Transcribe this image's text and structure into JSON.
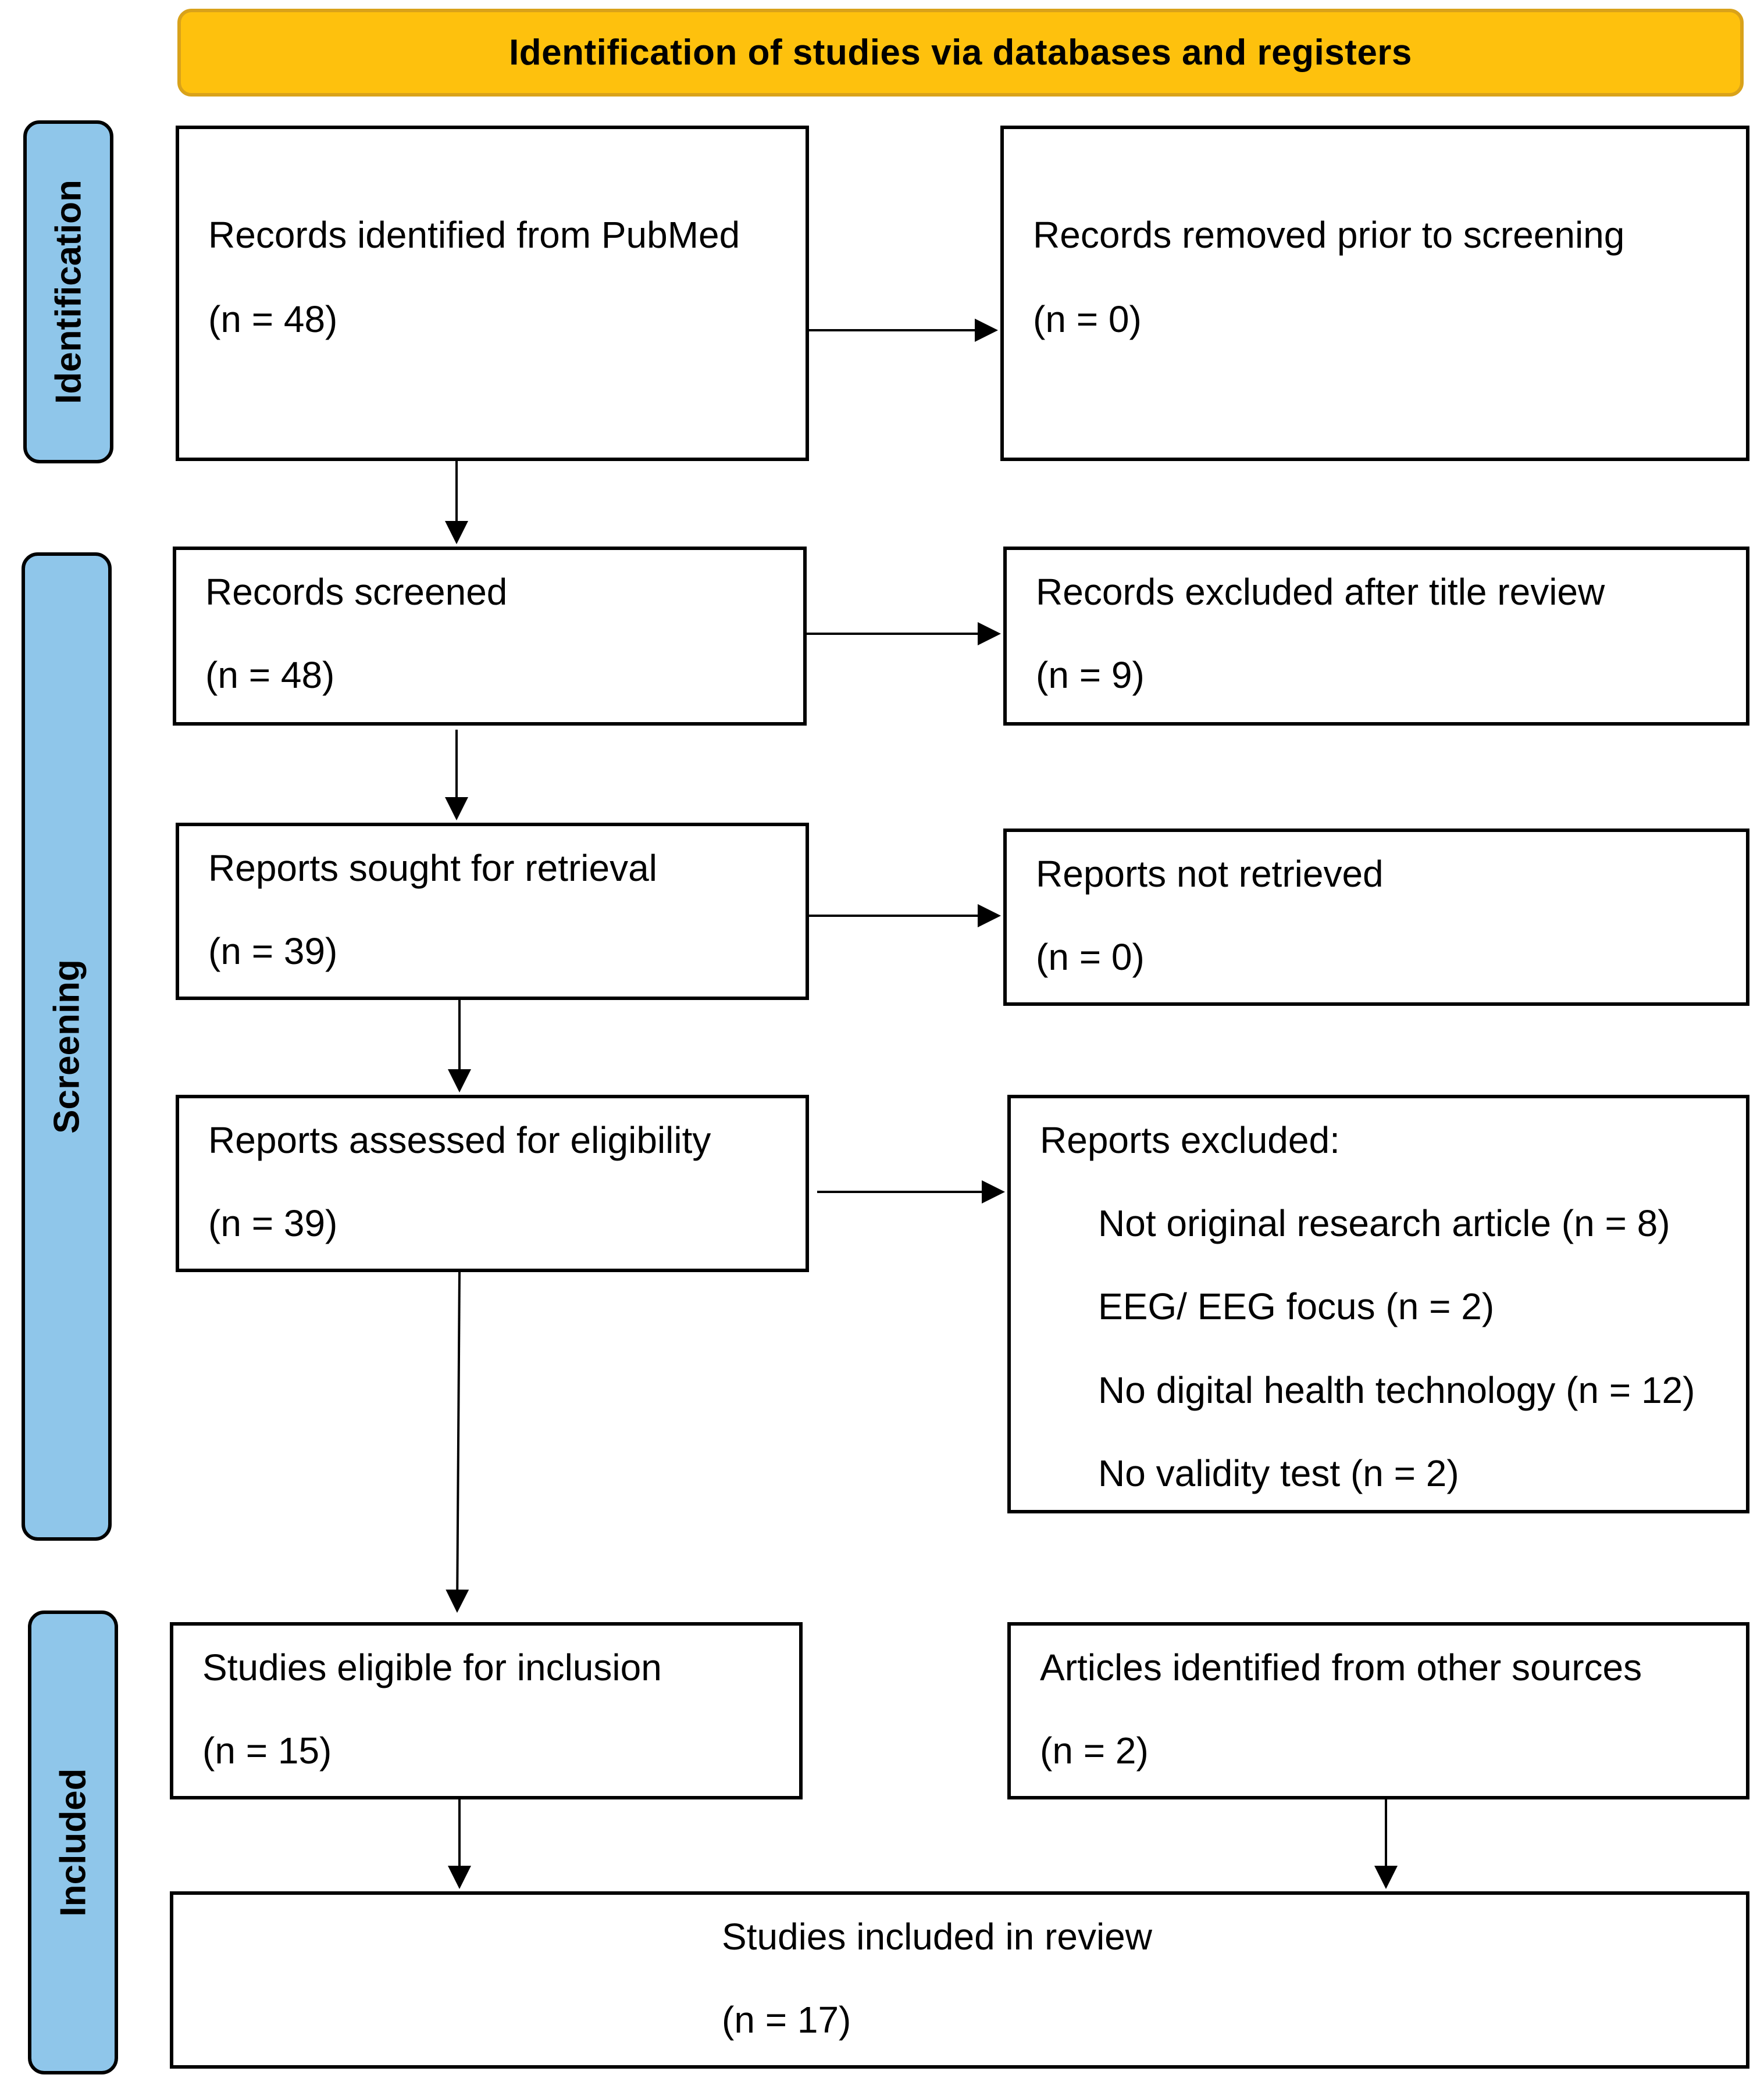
{
  "header": {
    "title": "Identification of studies via databases and registers"
  },
  "stages": {
    "identification": "Identification",
    "screening": "Screening",
    "included": "Included"
  },
  "boxes": {
    "pubmed": {
      "title": "Records identified from PubMed",
      "count": "(n = 48)"
    },
    "removed": {
      "title": "Records removed prior to screening",
      "count": "(n = 0)"
    },
    "screened": {
      "title": "Records screened",
      "count": "(n = 48)"
    },
    "excluded_title": {
      "title": "Records excluded after title review",
      "count": "(n = 9)"
    },
    "sought": {
      "title": "Reports sought for retrieval",
      "count": "(n = 39)"
    },
    "not_retrieved": {
      "title": "Reports not retrieved",
      "count": "(n = 0)"
    },
    "assessed": {
      "title": "Reports assessed for eligibility",
      "count": "(n = 39)"
    },
    "reports_excluded": {
      "title": "Reports excluded:",
      "reasons": [
        "Not original research article (n = 8)",
        "EEG/ EEG focus (n = 2)",
        "No digital health technology (n = 12)",
        "No validity test (n = 2)"
      ]
    },
    "eligible": {
      "title": "Studies eligible for inclusion",
      "count": "(n = 15)"
    },
    "other_sources": {
      "title": "Articles identified from other sources",
      "count": "(n = 2)"
    },
    "included_review": {
      "title": "Studies included in review",
      "count": "(n = 17)"
    }
  },
  "colors": {
    "header_fill": "#fec10d",
    "stage_fill": "#8fc6ea",
    "border": "#000000"
  }
}
